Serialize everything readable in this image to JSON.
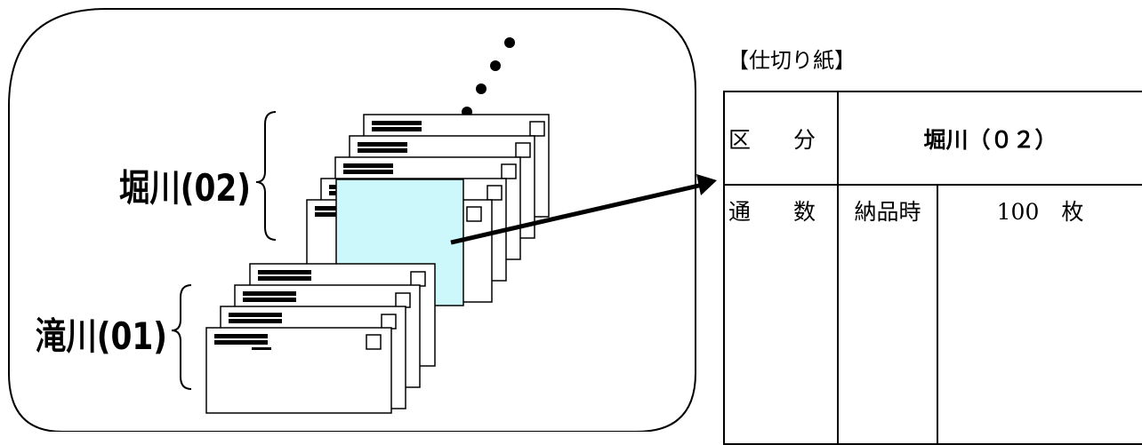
{
  "diagram": {
    "groups": [
      {
        "label": "堀川(02)"
      },
      {
        "label": "滝川(01)"
      }
    ]
  },
  "divider_sheet": {
    "caption": "【仕切り紙】",
    "kubun_label": "区 分",
    "group_name": "堀川（０２）",
    "tsuusuu_label": "通 数",
    "nouhin_label": "納品時",
    "count": "100　枚"
  }
}
